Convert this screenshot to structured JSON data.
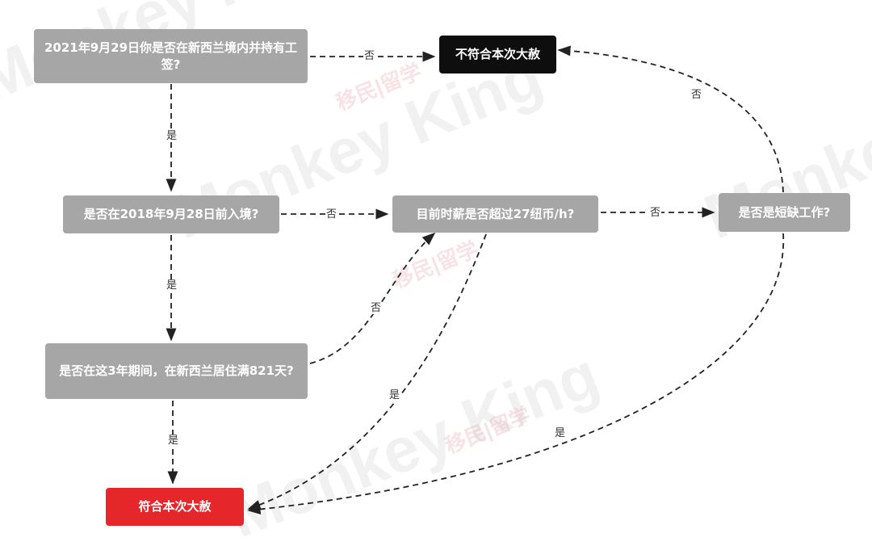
{
  "nodes": {
    "q_visa": "2021年9月29日你是否在新西兰境内并持有工签?",
    "not_eligible": "不符合本次大赦",
    "q_entry": "是否在2018年9月28日前入境?",
    "q_wage": "目前时薪是否超过27纽币/h?",
    "q_shortage": "是否是短缺工作?",
    "q_residence": "是否在这3年期间，在新西兰居住满821天?",
    "eligible": "符合本次大赦"
  },
  "edge_labels": {
    "yes": "是",
    "no": "否"
  },
  "watermark": {
    "brand": "Monkey King",
    "tagline": "移民|留学"
  },
  "colors": {
    "gray_node": "#a6a6a6",
    "black_node": "#0e0e0e",
    "red_node": "#e5262b",
    "edge": "#222222"
  }
}
